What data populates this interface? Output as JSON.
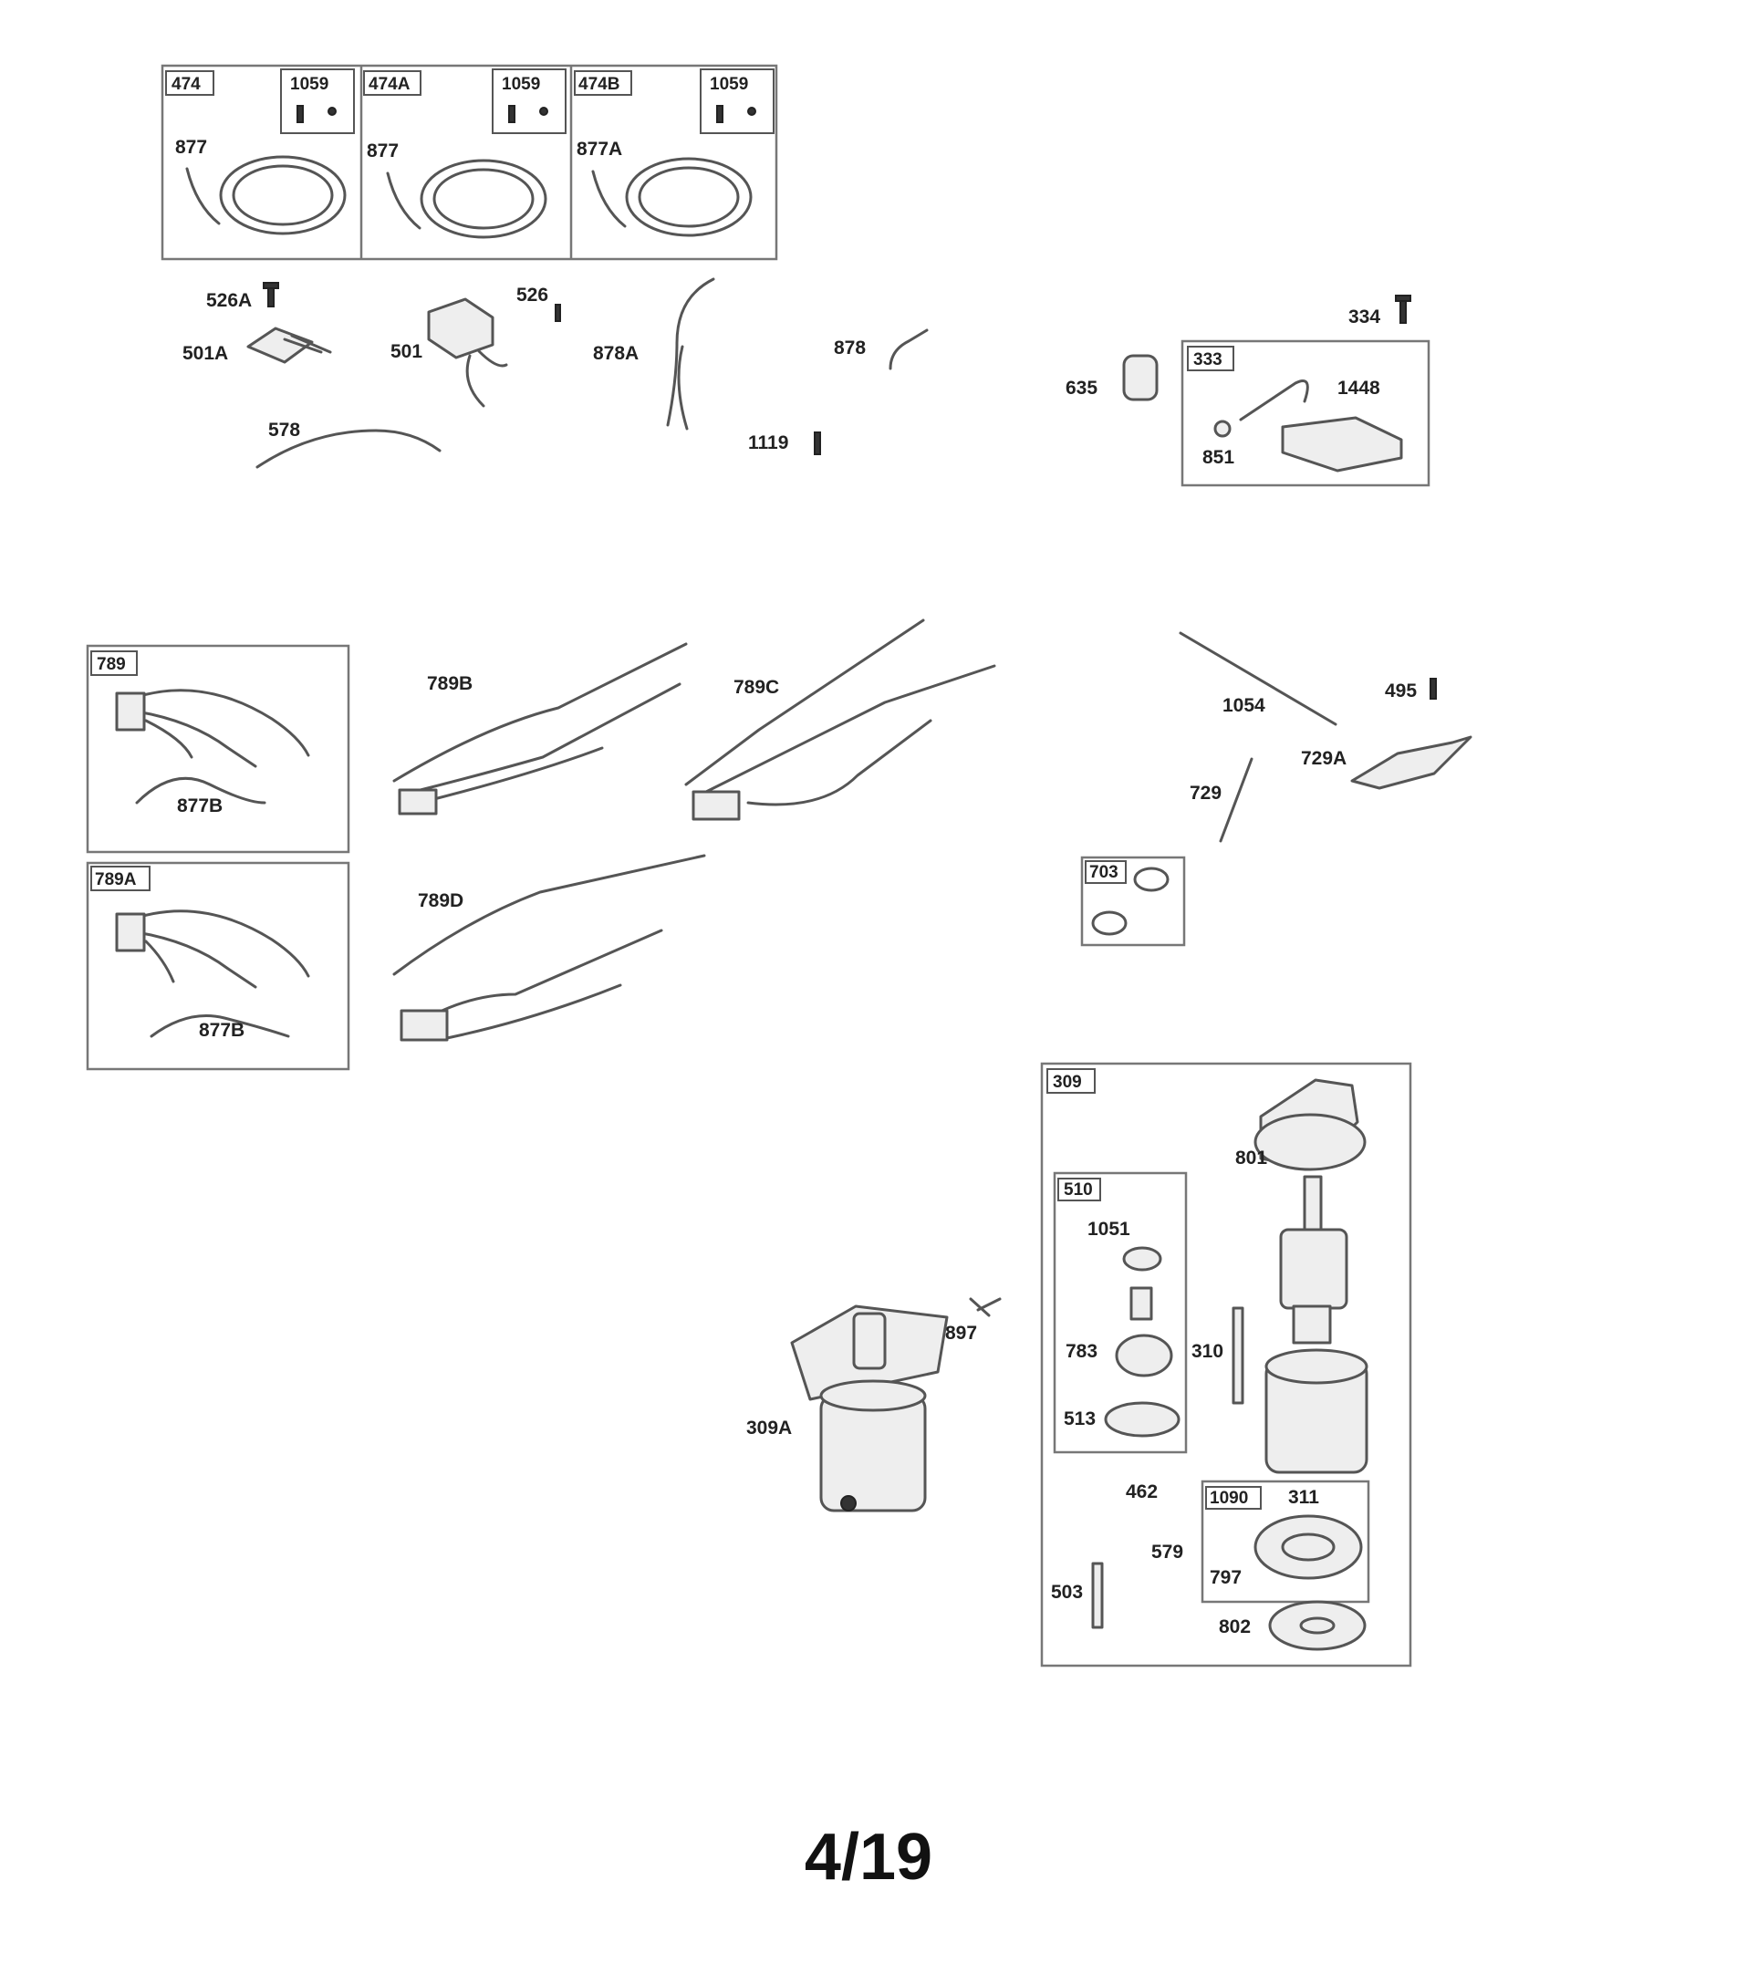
{
  "diagram": {
    "labels": {
      "474": "474",
      "1059": "1059",
      "877": "877",
      "474A": "474A",
      "474B": "474B",
      "877A": "877A",
      "526A": "526A",
      "501A": "501A",
      "501": "501",
      "526": "526",
      "878A": "878A",
      "878": "878",
      "578": "578",
      "1119": "1119",
      "334": "334",
      "333": "333",
      "635": "635",
      "1448": "1448",
      "851": "851",
      "789": "789",
      "877B": "877B",
      "789A": "789A",
      "789B": "789B",
      "789C": "789C",
      "789D": "789D",
      "1054": "1054",
      "495": "495",
      "729": "729",
      "729A": "729A",
      "703": "703",
      "309": "309",
      "801": "801",
      "510": "510",
      "1051": "1051",
      "783": "783",
      "310": "310",
      "513": "513",
      "897": "897",
      "309A": "309A",
      "462": "462",
      "1090": "1090",
      "311": "311",
      "579": "579",
      "797": "797",
      "503": "503",
      "802": "802"
    }
  },
  "page_number": "4/19"
}
